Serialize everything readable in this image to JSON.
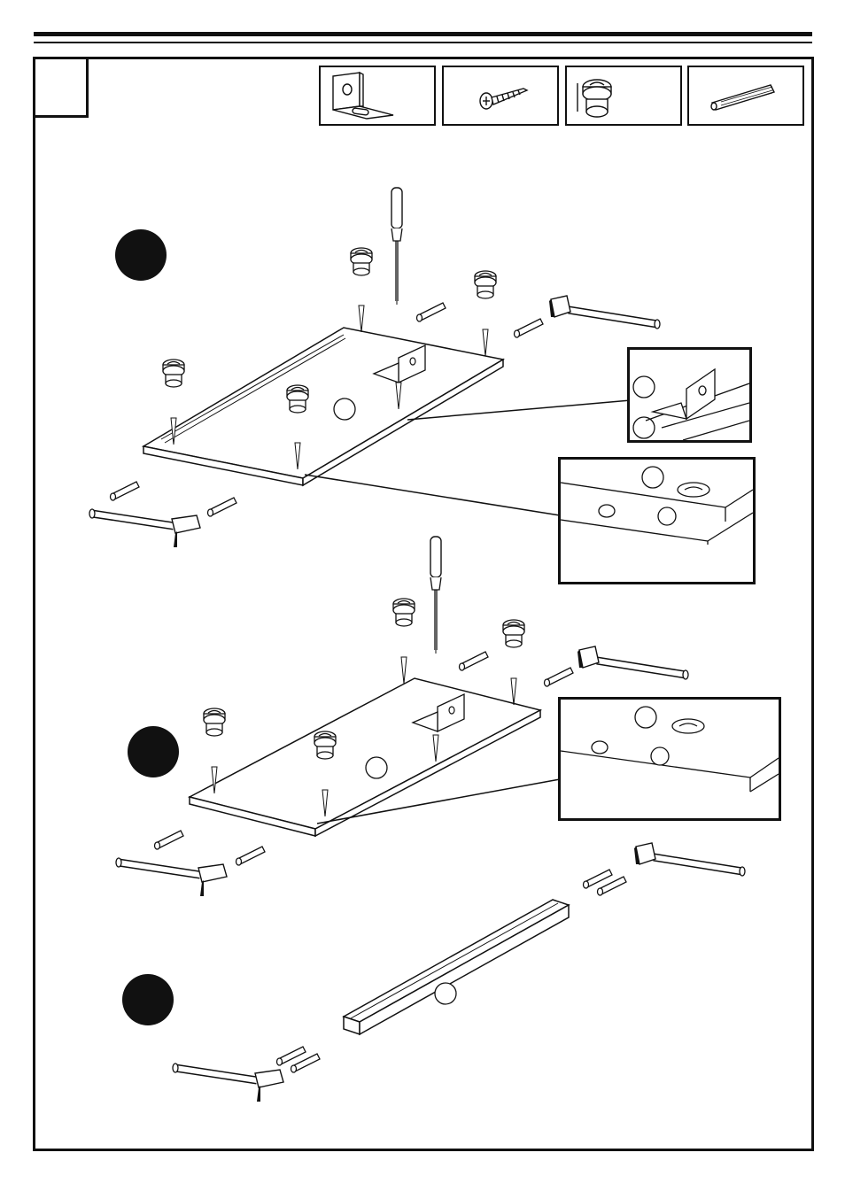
{
  "page": {
    "step_number_box": "",
    "substeps": [
      {
        "name": "substep-1",
        "label": ""
      },
      {
        "name": "substep-2",
        "label": ""
      },
      {
        "name": "substep-3",
        "label": ""
      }
    ]
  },
  "parts_legend": [
    {
      "icon": "angle-bracket-icon",
      "label": ""
    },
    {
      "icon": "screw-icon",
      "label": ""
    },
    {
      "icon": "cam-lock-icon",
      "label": ""
    },
    {
      "icon": "wooden-dowel-icon",
      "label": ""
    }
  ],
  "colors": {
    "ink": "#111111",
    "paper": "#ffffff"
  }
}
